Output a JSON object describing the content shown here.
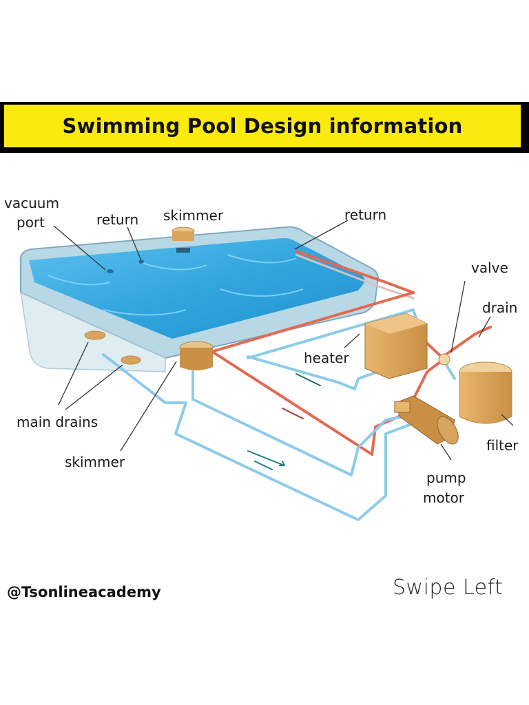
{
  "title": "Swimming Pool Design information",
  "labels": {
    "vacuum_port_1": "vacuum",
    "vacuum_port_2": "port",
    "return_left": "return",
    "skimmer_top": "skimmer",
    "return_right": "return",
    "valve": "valve",
    "drain": "drain",
    "heater": "heater",
    "main_drains": "main drains",
    "skimmer_bottom": "skimmer",
    "filter": "filter",
    "pump_motor_1": "pump",
    "pump_motor_2": "motor"
  },
  "footer": {
    "handle": "@Tsonlineacademy",
    "swipe": "Swipe Left"
  },
  "colors": {
    "banner": "#fbea10",
    "water": "#3aa8e0",
    "pool_wall": "#9fc6da",
    "return_pipe": "#e26a52",
    "suction_pipe": "#8ccbea",
    "equipment": "#d9a55e"
  }
}
